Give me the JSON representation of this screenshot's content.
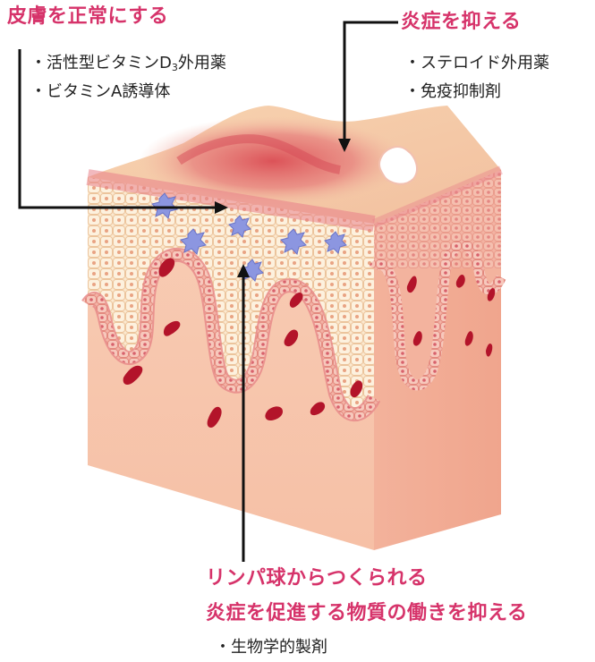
{
  "labels": {
    "top_left": {
      "title": "皮膚を正常にする",
      "items": [
        "・活性型ビタミンD",
        "3",
        "外用薬",
        "・ビタミンA誘導体"
      ]
    },
    "top_right": {
      "title": "炎症を抑える",
      "items": [
        "・ステロイド外用薬",
        "・免疫抑制剤"
      ]
    },
    "bottom": {
      "title_line1": "リンパ球からつくられる",
      "title_line2": "炎症を促進する物質の働きを抑える",
      "items": [
        "・生物学的製剤"
      ]
    }
  },
  "colors": {
    "accent": "#d6336a",
    "skin_top": "#f4c9a4",
    "skin_side": "#f6c3aa",
    "dermis": "#f2b59c",
    "epidermis_cells": "#f9e6c8",
    "inflamed": "#e5707a",
    "vessel": "#b3142a",
    "lymphocyte": "#8c96e0"
  },
  "icons": {
    "lymphocyte": "lymphocyte-cell-icon",
    "vessel": "blood-vessel-icon",
    "arrow": "pointer-arrow-icon"
  }
}
